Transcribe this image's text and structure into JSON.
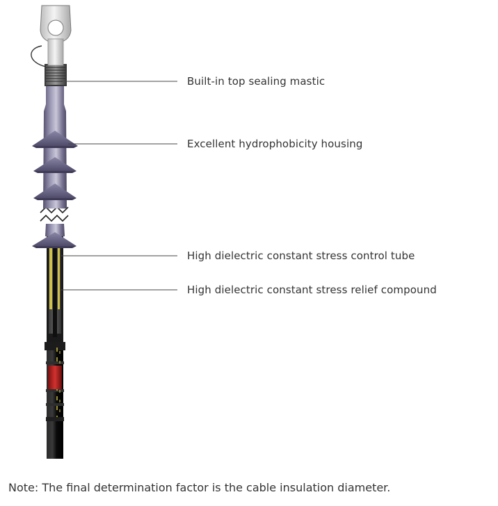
{
  "callouts": [
    {
      "id": "mastic",
      "label": "Built-in top sealing mastic"
    },
    {
      "id": "housing",
      "label": "Excellent hydrophobicity housing"
    },
    {
      "id": "control-tube",
      "label": "High dielectric constant stress control tube"
    },
    {
      "id": "relief-compound",
      "label": "High dielectric constant stress relief compound"
    }
  ],
  "note": "Note: The final determination factor is the cable insulation diameter.",
  "colors": {
    "cable_sheath": "#0d0d0d",
    "insulator_body": "#7e7a98",
    "shed": "#6a6688",
    "terminal_lug": "#d9d9d9",
    "stress_control_yellow": "#e6d64a",
    "conductor_red": "#c1272d",
    "leader_line": "#444444"
  },
  "icons": {
    "termination": "cable-termination-illustration"
  }
}
